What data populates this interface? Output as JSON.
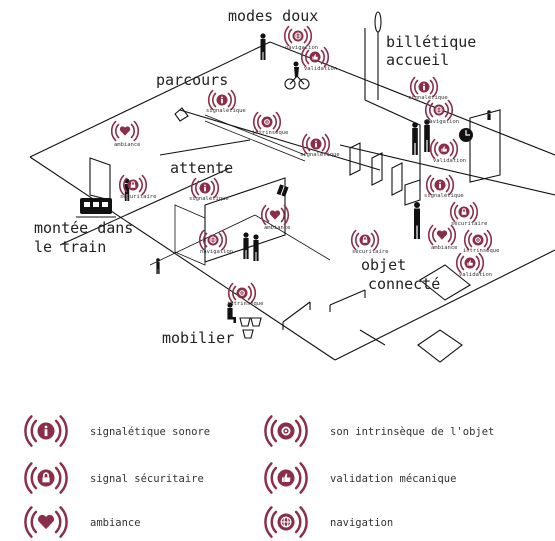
{
  "colors": {
    "accent": "#8a2e4a",
    "ink": "#111111",
    "label": "#333333"
  },
  "zones": {
    "modes_doux": "modes doux",
    "billetique_line1": "billétique",
    "billetique_line2": "accueil",
    "parcours": "parcours",
    "attente": "attente",
    "montee_line1": "montée dans",
    "montee_line2": "le train",
    "objet_line1": "objet",
    "objet_line2": "connecté",
    "mobilier": "mobilier"
  },
  "tags": {
    "navigation": "navigation",
    "validation": "validation",
    "signaletique": "signalétique",
    "intrinseque": "intrinsèque",
    "ambiance": "ambiance",
    "securitaire": "sécuritaire"
  },
  "legend": [
    {
      "icon": "info-icon",
      "label": "signalétique sonore"
    },
    {
      "icon": "gear-icon",
      "label": "son intrinsèque de l'objet"
    },
    {
      "icon": "padlock-icon",
      "label": "signal sécuritaire"
    },
    {
      "icon": "thumbs-up-icon",
      "label": "validation mécanique"
    },
    {
      "icon": "heart-icon",
      "label": "ambiance"
    },
    {
      "icon": "globe-icon",
      "label": "navigation"
    }
  ]
}
